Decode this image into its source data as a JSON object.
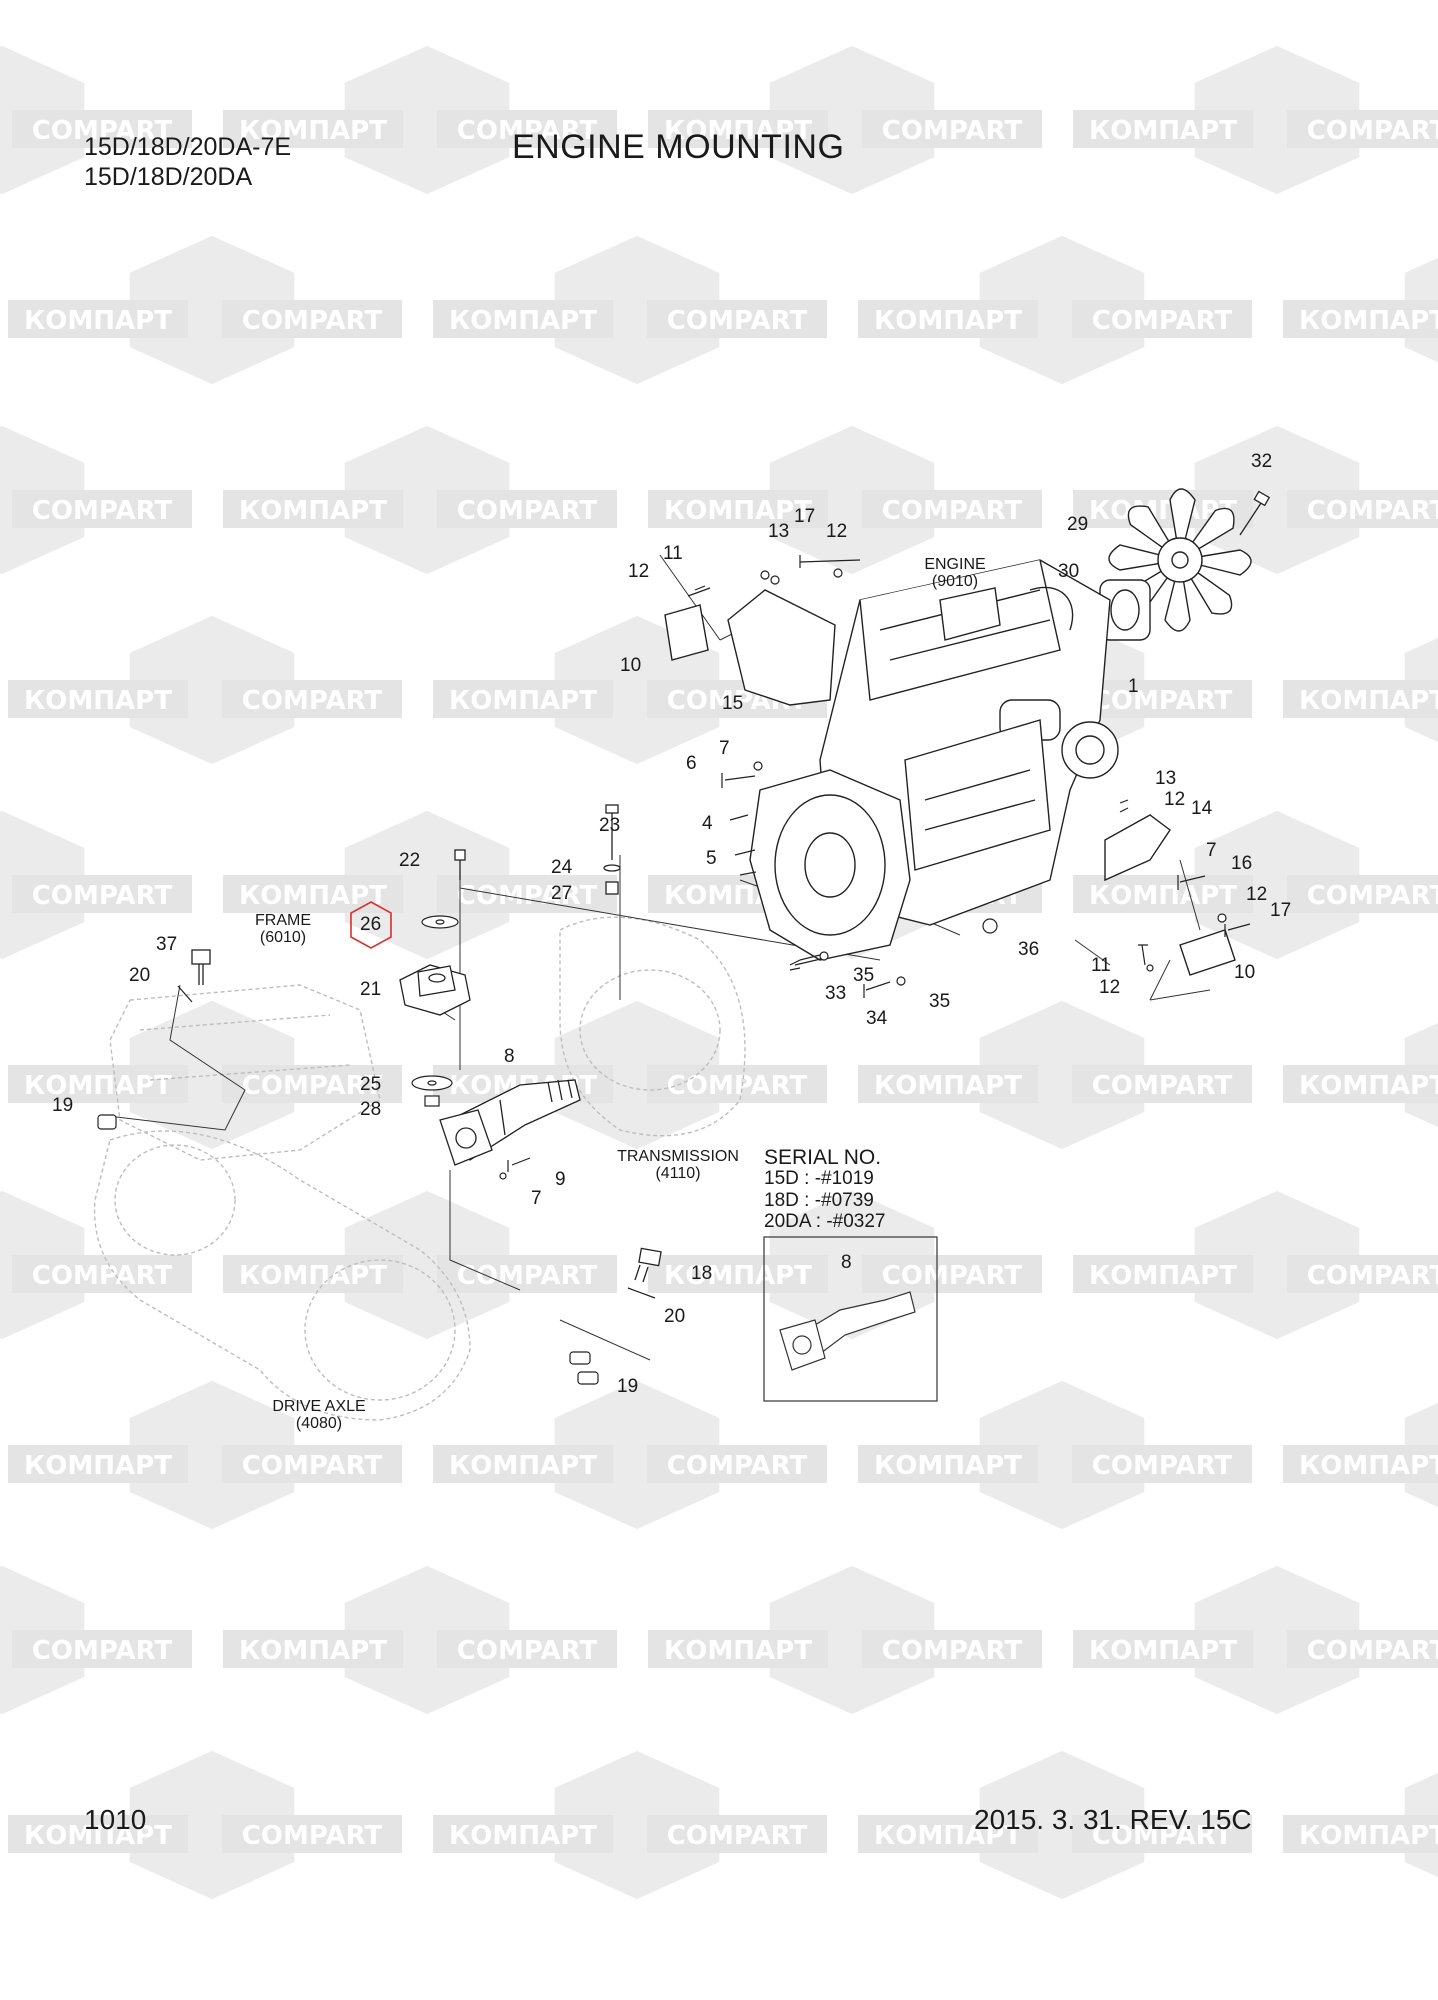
{
  "header": {
    "model_line1": "15D/18D/20DA-7E",
    "model_line2": "15D/18D/20DA",
    "title": "ENGINE MOUNTING"
  },
  "watermark": {
    "text_latin": "COMPART",
    "text_cyrillic": "КОМПАРТ",
    "logo_icon": "compart-hexagon-logo-icon",
    "color": "#e4e4e4"
  },
  "sections": {
    "engine": {
      "name": "ENGINE",
      "code": "(9010)"
    },
    "frame": {
      "name": "FRAME",
      "code": "(6010)"
    },
    "transmission": {
      "name": "TRANSMISSION",
      "code": "(4110)"
    },
    "drive_axle": {
      "name": "DRIVE AXLE",
      "code": "(4080)"
    }
  },
  "serial_box": {
    "heading": "SERIAL NO.",
    "lines": [
      "15D : -#1019",
      "18D : -#0739",
      "20DA : -#0327"
    ],
    "part": "8"
  },
  "highlight": {
    "part": "26",
    "color": "#d93030"
  },
  "callouts": [
    "32",
    "29",
    "30",
    "17",
    "13",
    "12",
    "11",
    "12",
    "10",
    "15",
    "1",
    "7",
    "6",
    "4",
    "5",
    "13",
    "12",
    "14",
    "7",
    "16",
    "12",
    "17",
    "11",
    "12",
    "10",
    "36",
    "35",
    "33",
    "34",
    "35",
    "23",
    "22",
    "24",
    "27",
    "21",
    "25",
    "28",
    "8",
    "9",
    "7",
    "37",
    "20",
    "19",
    "18",
    "20",
    "19"
  ],
  "footer": {
    "page_number": "1010",
    "revision": "2015. 3. 31. REV. 15C"
  }
}
